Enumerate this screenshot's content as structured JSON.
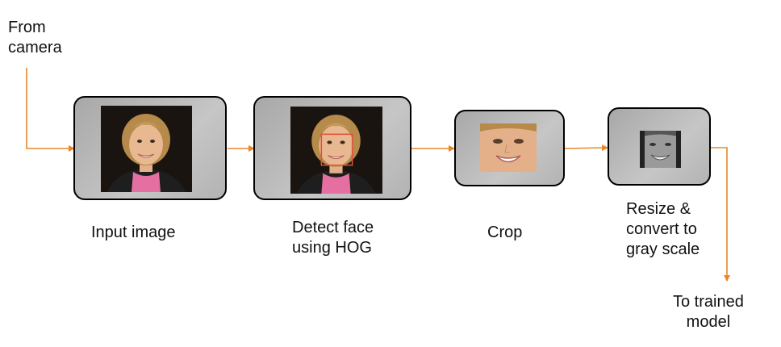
{
  "source_label": [
    "From",
    "camera"
  ],
  "steps": [
    {
      "label": [
        "Input image"
      ]
    },
    {
      "label": [
        "Detect face",
        "using HOG"
      ]
    },
    {
      "label": [
        "Crop"
      ]
    },
    {
      "label": [
        "Resize &",
        "convert to",
        "gray scale"
      ]
    }
  ],
  "output_label": [
    "To trained",
    "model"
  ],
  "colors": {
    "arrow": "#E8872A",
    "box_fill": "#B8B8B8",
    "box_border": "#000000",
    "detection_box": "#E0503A"
  }
}
